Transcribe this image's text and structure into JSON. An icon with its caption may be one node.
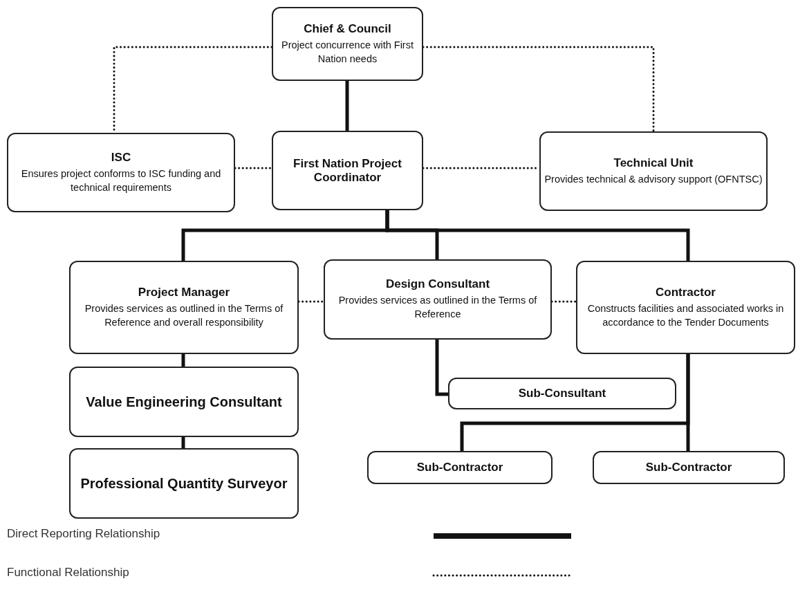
{
  "diagram": {
    "nodes": [
      {
        "text": [
          "Chief & Council",
          "Project concurrence with First Nation needs"
        ]
      },
      {
        "text": [
          "ISC",
          "Ensures project conforms to ISC funding and technical requirements"
        ]
      },
      {
        "text": [
          "First Nation Project Coordinator"
        ]
      },
      {
        "text": [
          "Technical Unit",
          "Provides technical & advisory support (OFNTSC)"
        ]
      },
      {
        "text": [
          "Project Manager",
          "Provides services as outlined in the Terms of Reference and overall responsibility"
        ]
      },
      {
        "text": [
          "Design Consultant",
          "Provides services as outlined in the Terms of Reference"
        ]
      },
      {
        "text": [
          "Contractor",
          "Constructs facilities and associated works in accordance to the Tender Documents"
        ]
      },
      {
        "text": [
          "Value Engineering Consultant"
        ]
      },
      {
        "text": [
          "Professional Quantity Surveyor"
        ]
      },
      {
        "text": [
          "Sub-Consultant"
        ]
      },
      {
        "text": [
          "Sub-Contractor"
        ]
      },
      {
        "text": [
          "Sub-Contractor"
        ]
      }
    ],
    "edges": [
      {
        "from": 0,
        "to": 2,
        "arrow": "none"
      },
      {
        "from": 0,
        "to": 1,
        "arrow": "none",
        "style": "dashed"
      },
      {
        "from": 0,
        "to": 3,
        "arrow": "none",
        "style": "dashed"
      },
      {
        "from": 1,
        "to": 2,
        "arrow": "none",
        "style": "dashed"
      },
      {
        "from": 2,
        "to": 3,
        "arrow": "none",
        "style": "dashed"
      },
      {
        "from": 2,
        "to": 4,
        "arrow": "none"
      },
      {
        "from": 2,
        "to": 5,
        "arrow": "none"
      },
      {
        "from": 2,
        "to": 6,
        "arrow": "none"
      },
      {
        "from": 4,
        "to": 5,
        "arrow": "none",
        "style": "dashed"
      },
      {
        "from": 5,
        "to": 6,
        "arrow": "none",
        "style": "dashed"
      },
      {
        "from": 4,
        "to": 7,
        "arrow": "none"
      },
      {
        "from": 7,
        "to": 8,
        "arrow": "none"
      },
      {
        "from": 5,
        "to": 9,
        "arrow": "none"
      },
      {
        "from": 6,
        "to": 10,
        "arrow": "none"
      },
      {
        "from": 6,
        "to": 11,
        "arrow": "none"
      }
    ],
    "legend": [
      {
        "text": "Direct Reporting Relationship"
      },
      {
        "text": "Functional Relationship"
      }
    ]
  }
}
